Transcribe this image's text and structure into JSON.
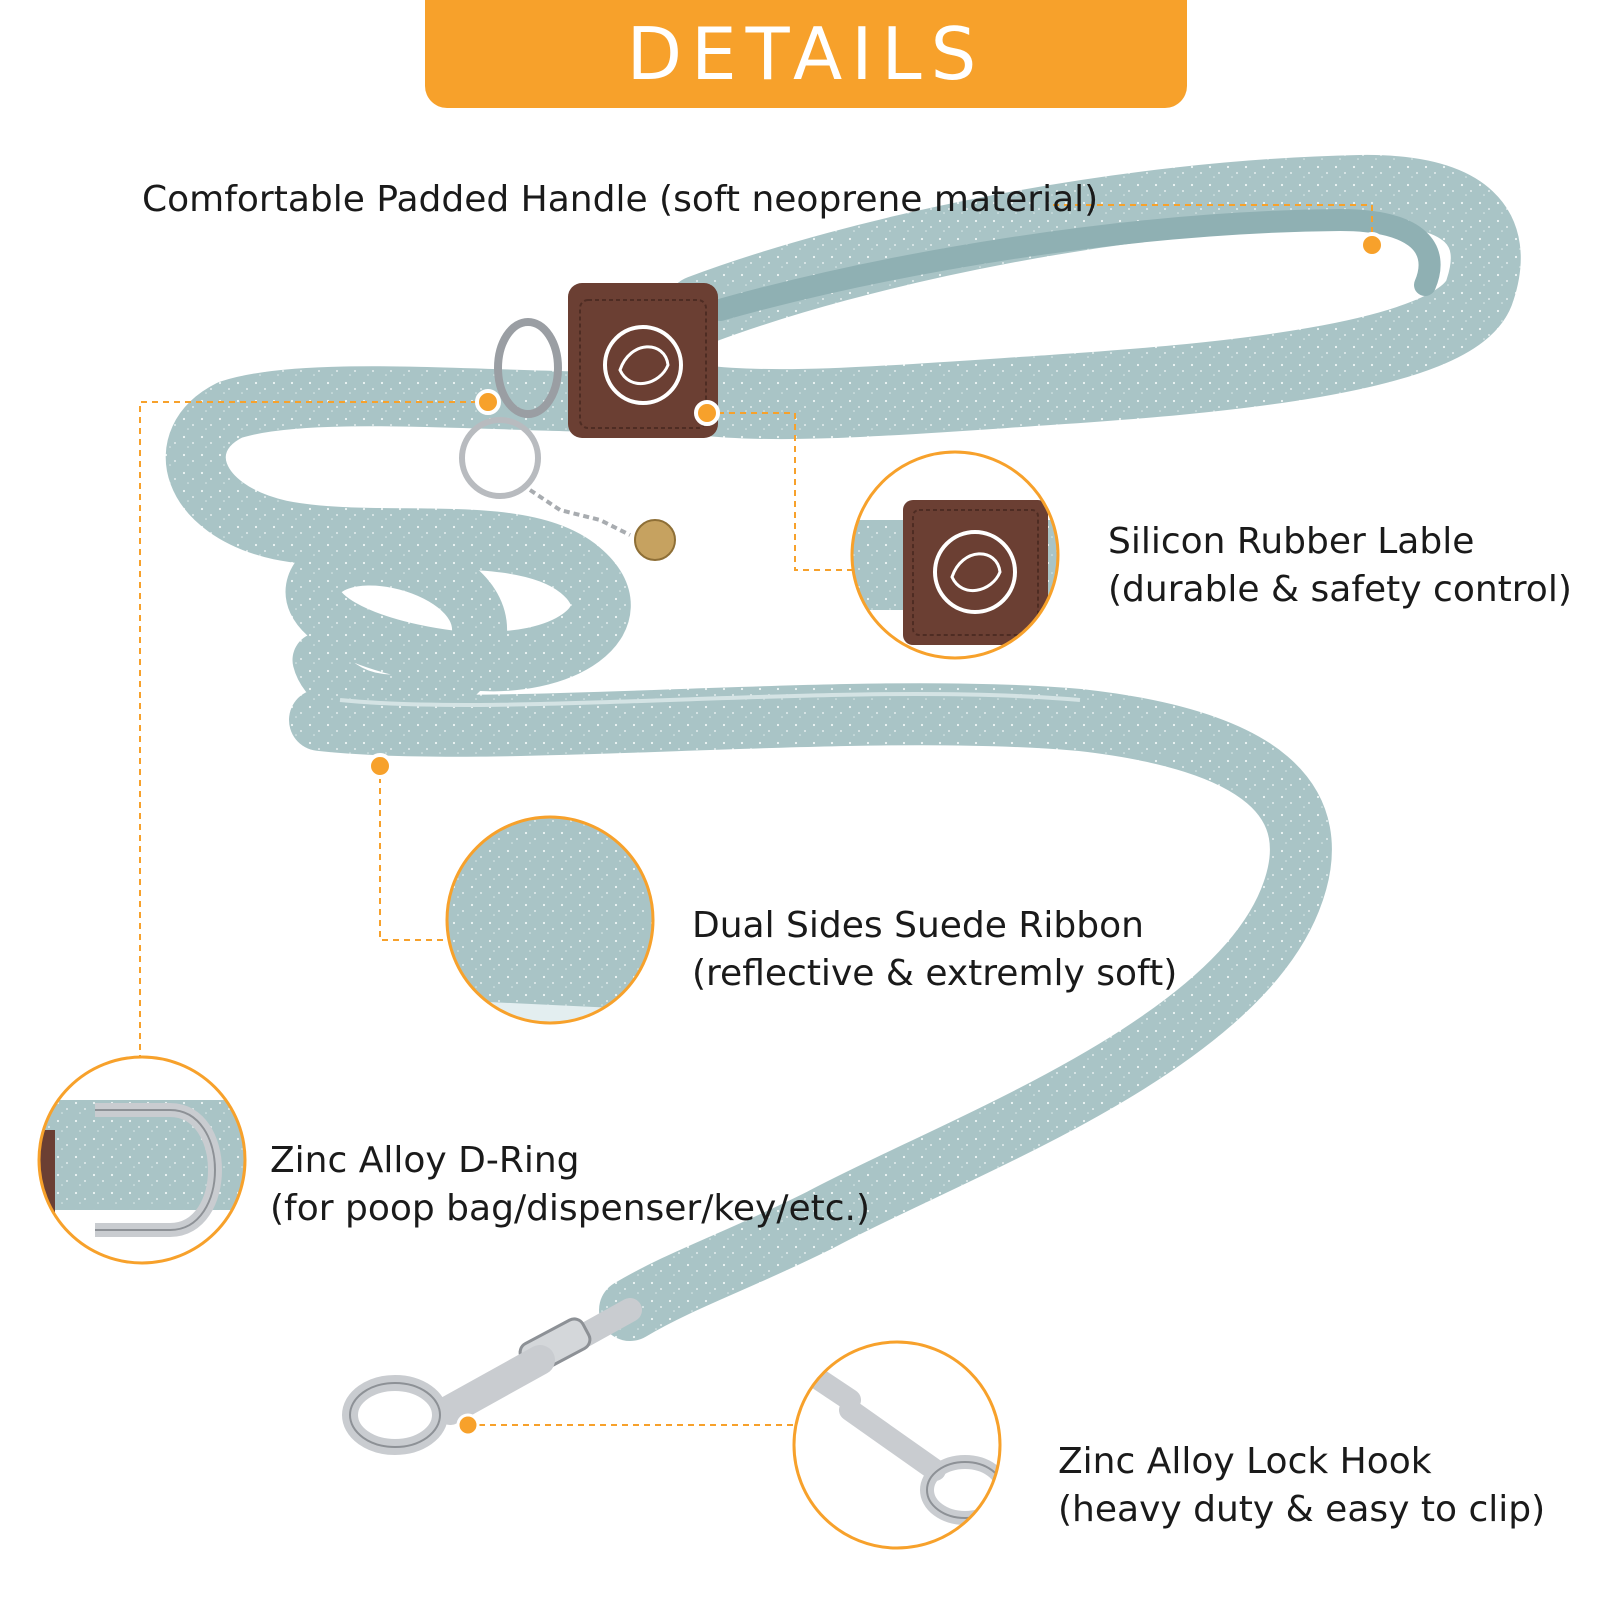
{
  "banner": {
    "title": "DETAILS"
  },
  "callouts": {
    "handle": {
      "line1": "Comfortable Padded Handle (soft neoprene material)"
    },
    "label": {
      "line1": "Silicon Rubber Lable",
      "line2": "(durable & safety control)"
    },
    "ribbon": {
      "line1": "Dual Sides Suede Ribbon",
      "line2": "(reflective & extremly soft)"
    },
    "dring": {
      "line1": "Zinc Alloy D-Ring",
      "line2": "(for poop bag/dispenser/key/etc.)"
    },
    "hook": {
      "line1": "Zinc Alloy Lock Hook",
      "line2": "(heavy duty & easy to clip)"
    }
  },
  "colors": {
    "accent": "#f7a12b",
    "leash": "#a9c4c6",
    "leash_dark": "#7fa2a5",
    "tag": "#6b3f33",
    "metal": "#c9ccd0"
  }
}
